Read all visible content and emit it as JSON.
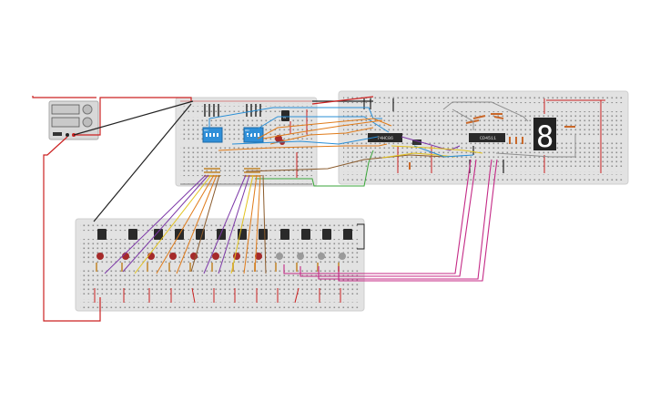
{
  "chips": {
    "left": "74HC86",
    "right": "CD4511"
  },
  "dip_switch": {
    "label": "ON"
  },
  "seven_segment": {
    "digit": "8",
    "segment_color": "#ffffff"
  },
  "power_supply": {
    "name": "bench-power-supply"
  },
  "components": {
    "transistor_marker": "N"
  },
  "colors": {
    "breadboard": "#e2e2e2",
    "breadboard_border": "#cfcfcf",
    "rail_red": "#cc2222",
    "rail_black": "#222222",
    "wire_red": "#cc2222",
    "wire_black": "#222222",
    "wire_blue": "#2a8fd6",
    "wire_orange": "#e07b1a",
    "wire_yellow": "#e2c21e",
    "wire_purple": "#7d38a8",
    "wire_magenta": "#c42a86",
    "wire_green": "#3aa63a",
    "wire_brown": "#8a5a2b",
    "chip_body": "#2a2a2a",
    "dip_blue": "#2f8fd8",
    "led_red": "#a52a2a",
    "led_grey": "#9a9a9a"
  }
}
